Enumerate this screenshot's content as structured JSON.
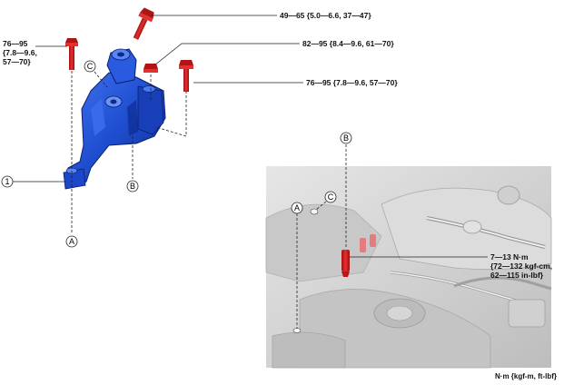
{
  "torque_specs": {
    "upper_center": "49—65 {5.0—6.6, 37—47}",
    "left_line1": "76—95",
    "left_line2": "{7.8—9.6,",
    "left_line3": "57—70}",
    "right_upper": "82—95 {8.4—9.6, 61—70}",
    "right_lower": "76—95 {7.8—9.6, 57—70}",
    "photo_line1": "7—13 N·m",
    "photo_line2": "{72—132 kgf-cm,",
    "photo_line3": "62—115 in-lbf}"
  },
  "callouts": {
    "part1": "1",
    "a_lower": "A",
    "b_lower": "B",
    "c_bracket": "C",
    "a_photo": "A",
    "b_photo": "B",
    "c_photo": "C"
  },
  "unit_note": "N·m {kgf-m, ft-lbf}",
  "colors": {
    "bracket_blue": "#1f4fd0",
    "bracket_dark": "#0d2a8a",
    "bolt_red": "#d81e1e",
    "photo_bg": "#d9d9d9"
  }
}
